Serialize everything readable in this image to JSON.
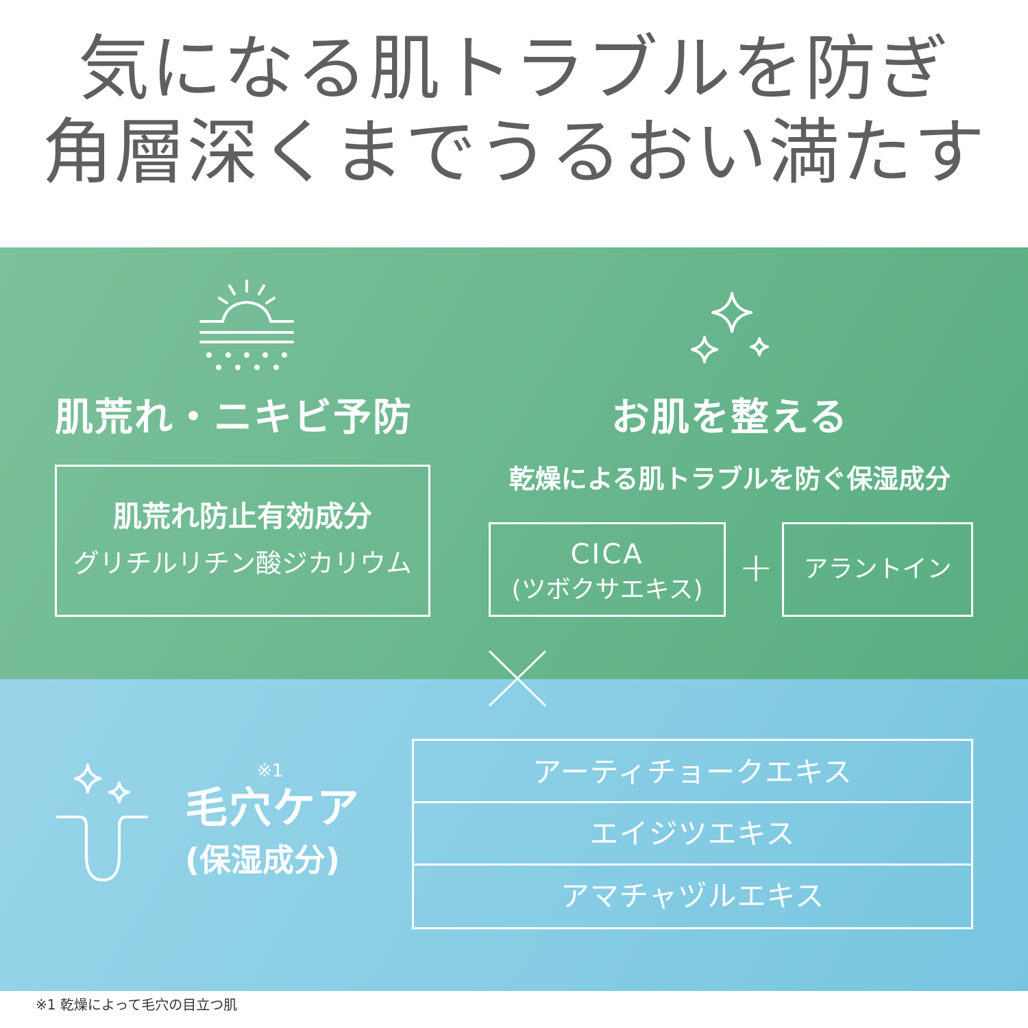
{
  "headline": {
    "line1": "気になる肌トラブルを防ぎ",
    "line2": "角層深くまでうるおい満たす"
  },
  "colors": {
    "green_panel": "#6bb78f",
    "blue_panel": "#89cee5",
    "headline_text": "#5f5f5f",
    "panel_text": "#ffffff"
  },
  "left_section": {
    "icon": "sun-over-skin-icon",
    "title": "肌荒れ・ニキビ予防",
    "box_line1": "肌荒れ防止有効成分",
    "box_line2": "グリチルリチン酸ジカリウム"
  },
  "right_section": {
    "icon": "sparkle-icon",
    "title": "お肌を整える",
    "subtitle": "乾燥による肌トラブルを防ぐ保湿成分",
    "box1_line1": "CICA",
    "box1_line2": "(ツボクサエキス)",
    "plus": "+",
    "box2": "アラントイン"
  },
  "times_symbol": "×",
  "pore_section": {
    "icon": "pore-sparkle-icon",
    "note_mark": "※1",
    "title": "毛穴ケア",
    "subtitle": "(保湿成分)",
    "items": [
      "アーティチョークエキス",
      "エイジツエキス",
      "アマチャヅルエキス"
    ]
  },
  "footnote": "※1 乾燥によって毛穴の目立つ肌"
}
